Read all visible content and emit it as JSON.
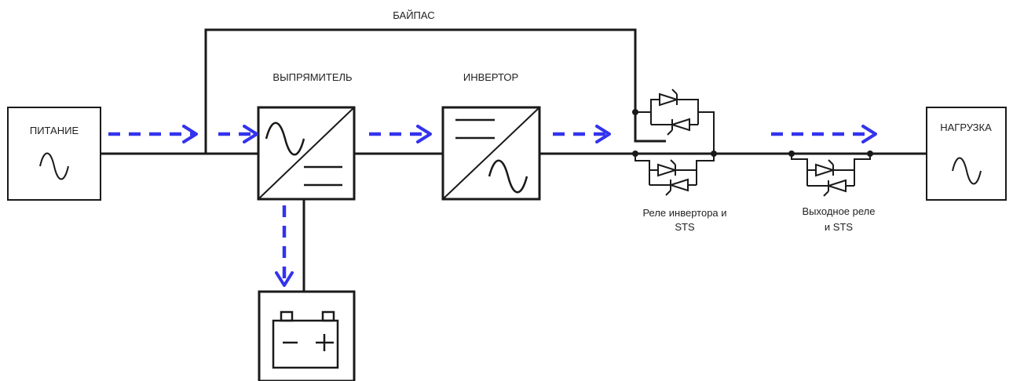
{
  "labels": {
    "bypass": "БАЙПАС",
    "power": "ПИТАНИЕ",
    "rectifier": "ВЫПРЯМИТЕЛЬ",
    "inverter": "ИНВЕРТОР",
    "load": "НАГРУЗКА",
    "inverter_relay_line1": "Реле инвертора и",
    "inverter_relay_line2": "STS",
    "output_relay_line1": "Выходное реле",
    "output_relay_line2": "и STS"
  },
  "colors": {
    "wire": "#1a1a1a",
    "flow_arrow": "#3333ee",
    "background": "#ffffff"
  },
  "icons": {
    "power_symbol": "sine-wave-icon",
    "rectifier_symbol": "ac-dc-icon",
    "inverter_symbol": "dc-ac-icon",
    "load_symbol": "sine-wave-icon",
    "battery_symbol": "battery-icon",
    "relay_symbol": "thyristor-pair-icon"
  }
}
